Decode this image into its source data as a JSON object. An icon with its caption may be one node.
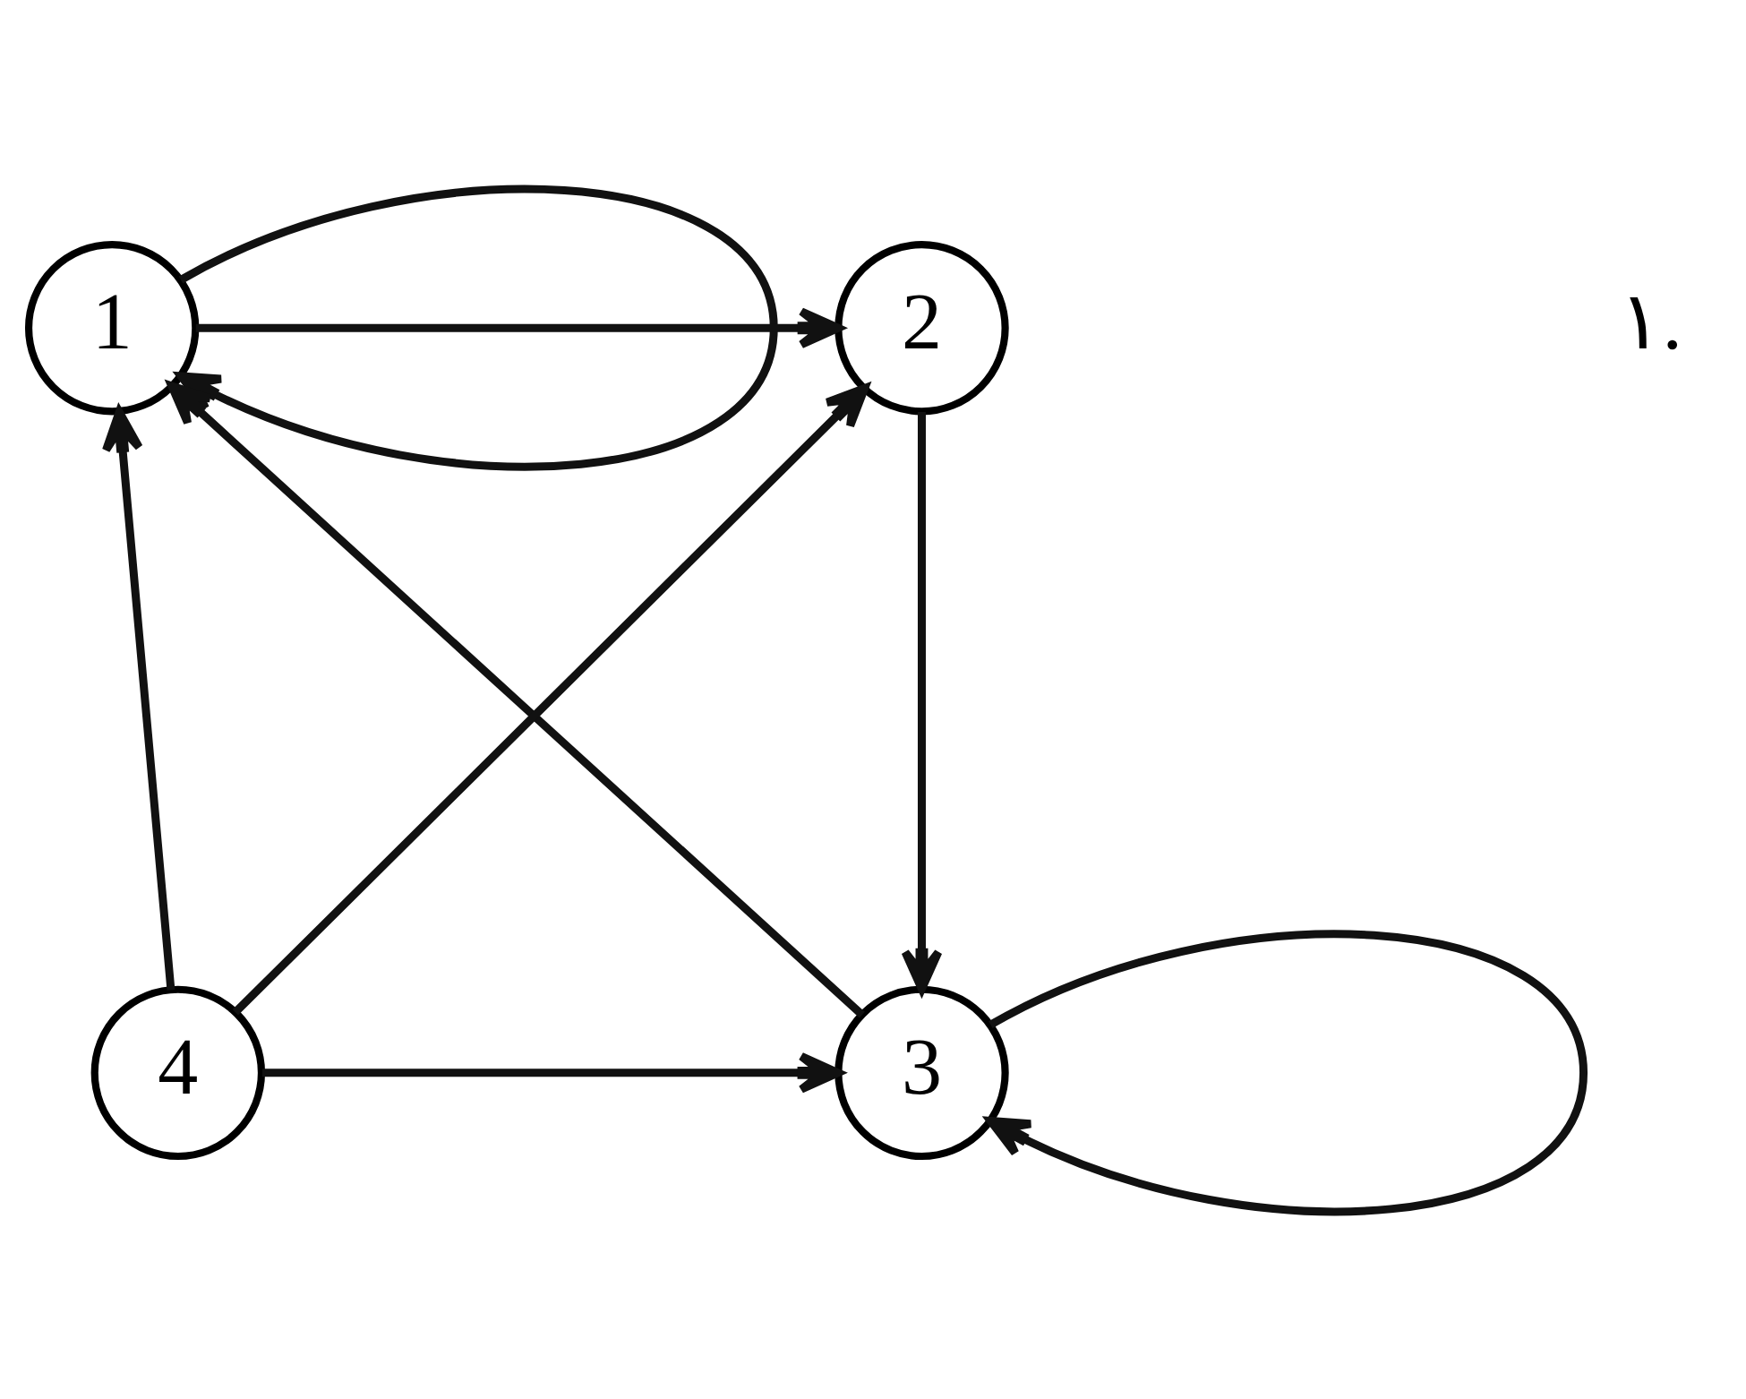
{
  "diagram": {
    "nodes": [
      {
        "text": [
          "1"
        ]
      },
      {
        "text": [
          "2"
        ]
      },
      {
        "text": [
          "3"
        ]
      },
      {
        "text": [
          "4"
        ]
      }
    ],
    "edges": [
      {
        "from": 0,
        "to": 0,
        "arrow": "to"
      },
      {
        "from": 0,
        "to": 1,
        "arrow": "to"
      },
      {
        "from": 1,
        "to": 2,
        "arrow": "to"
      },
      {
        "from": 3,
        "to": 1,
        "arrow": "to"
      },
      {
        "from": 2,
        "to": 0,
        "arrow": "to"
      },
      {
        "from": 3,
        "to": 0,
        "arrow": "to"
      },
      {
        "from": 3,
        "to": 2,
        "arrow": "to"
      },
      {
        "from": 2,
        "to": 2,
        "arrow": "to"
      }
    ],
    "labels": [
      "۱."
    ]
  }
}
